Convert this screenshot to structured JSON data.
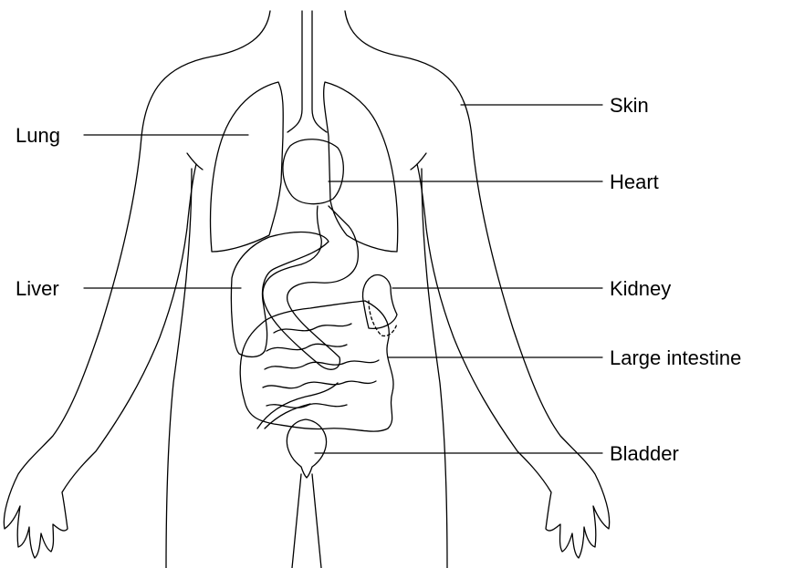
{
  "labels": {
    "lung": "Lung",
    "liver": "Liver",
    "skin": "Skin",
    "heart": "Heart",
    "kidney": "Kidney",
    "large_intestine": "Large intestine",
    "bladder": "Bladder"
  },
  "colors": {
    "line": "#000000",
    "background": "#ffffff"
  }
}
